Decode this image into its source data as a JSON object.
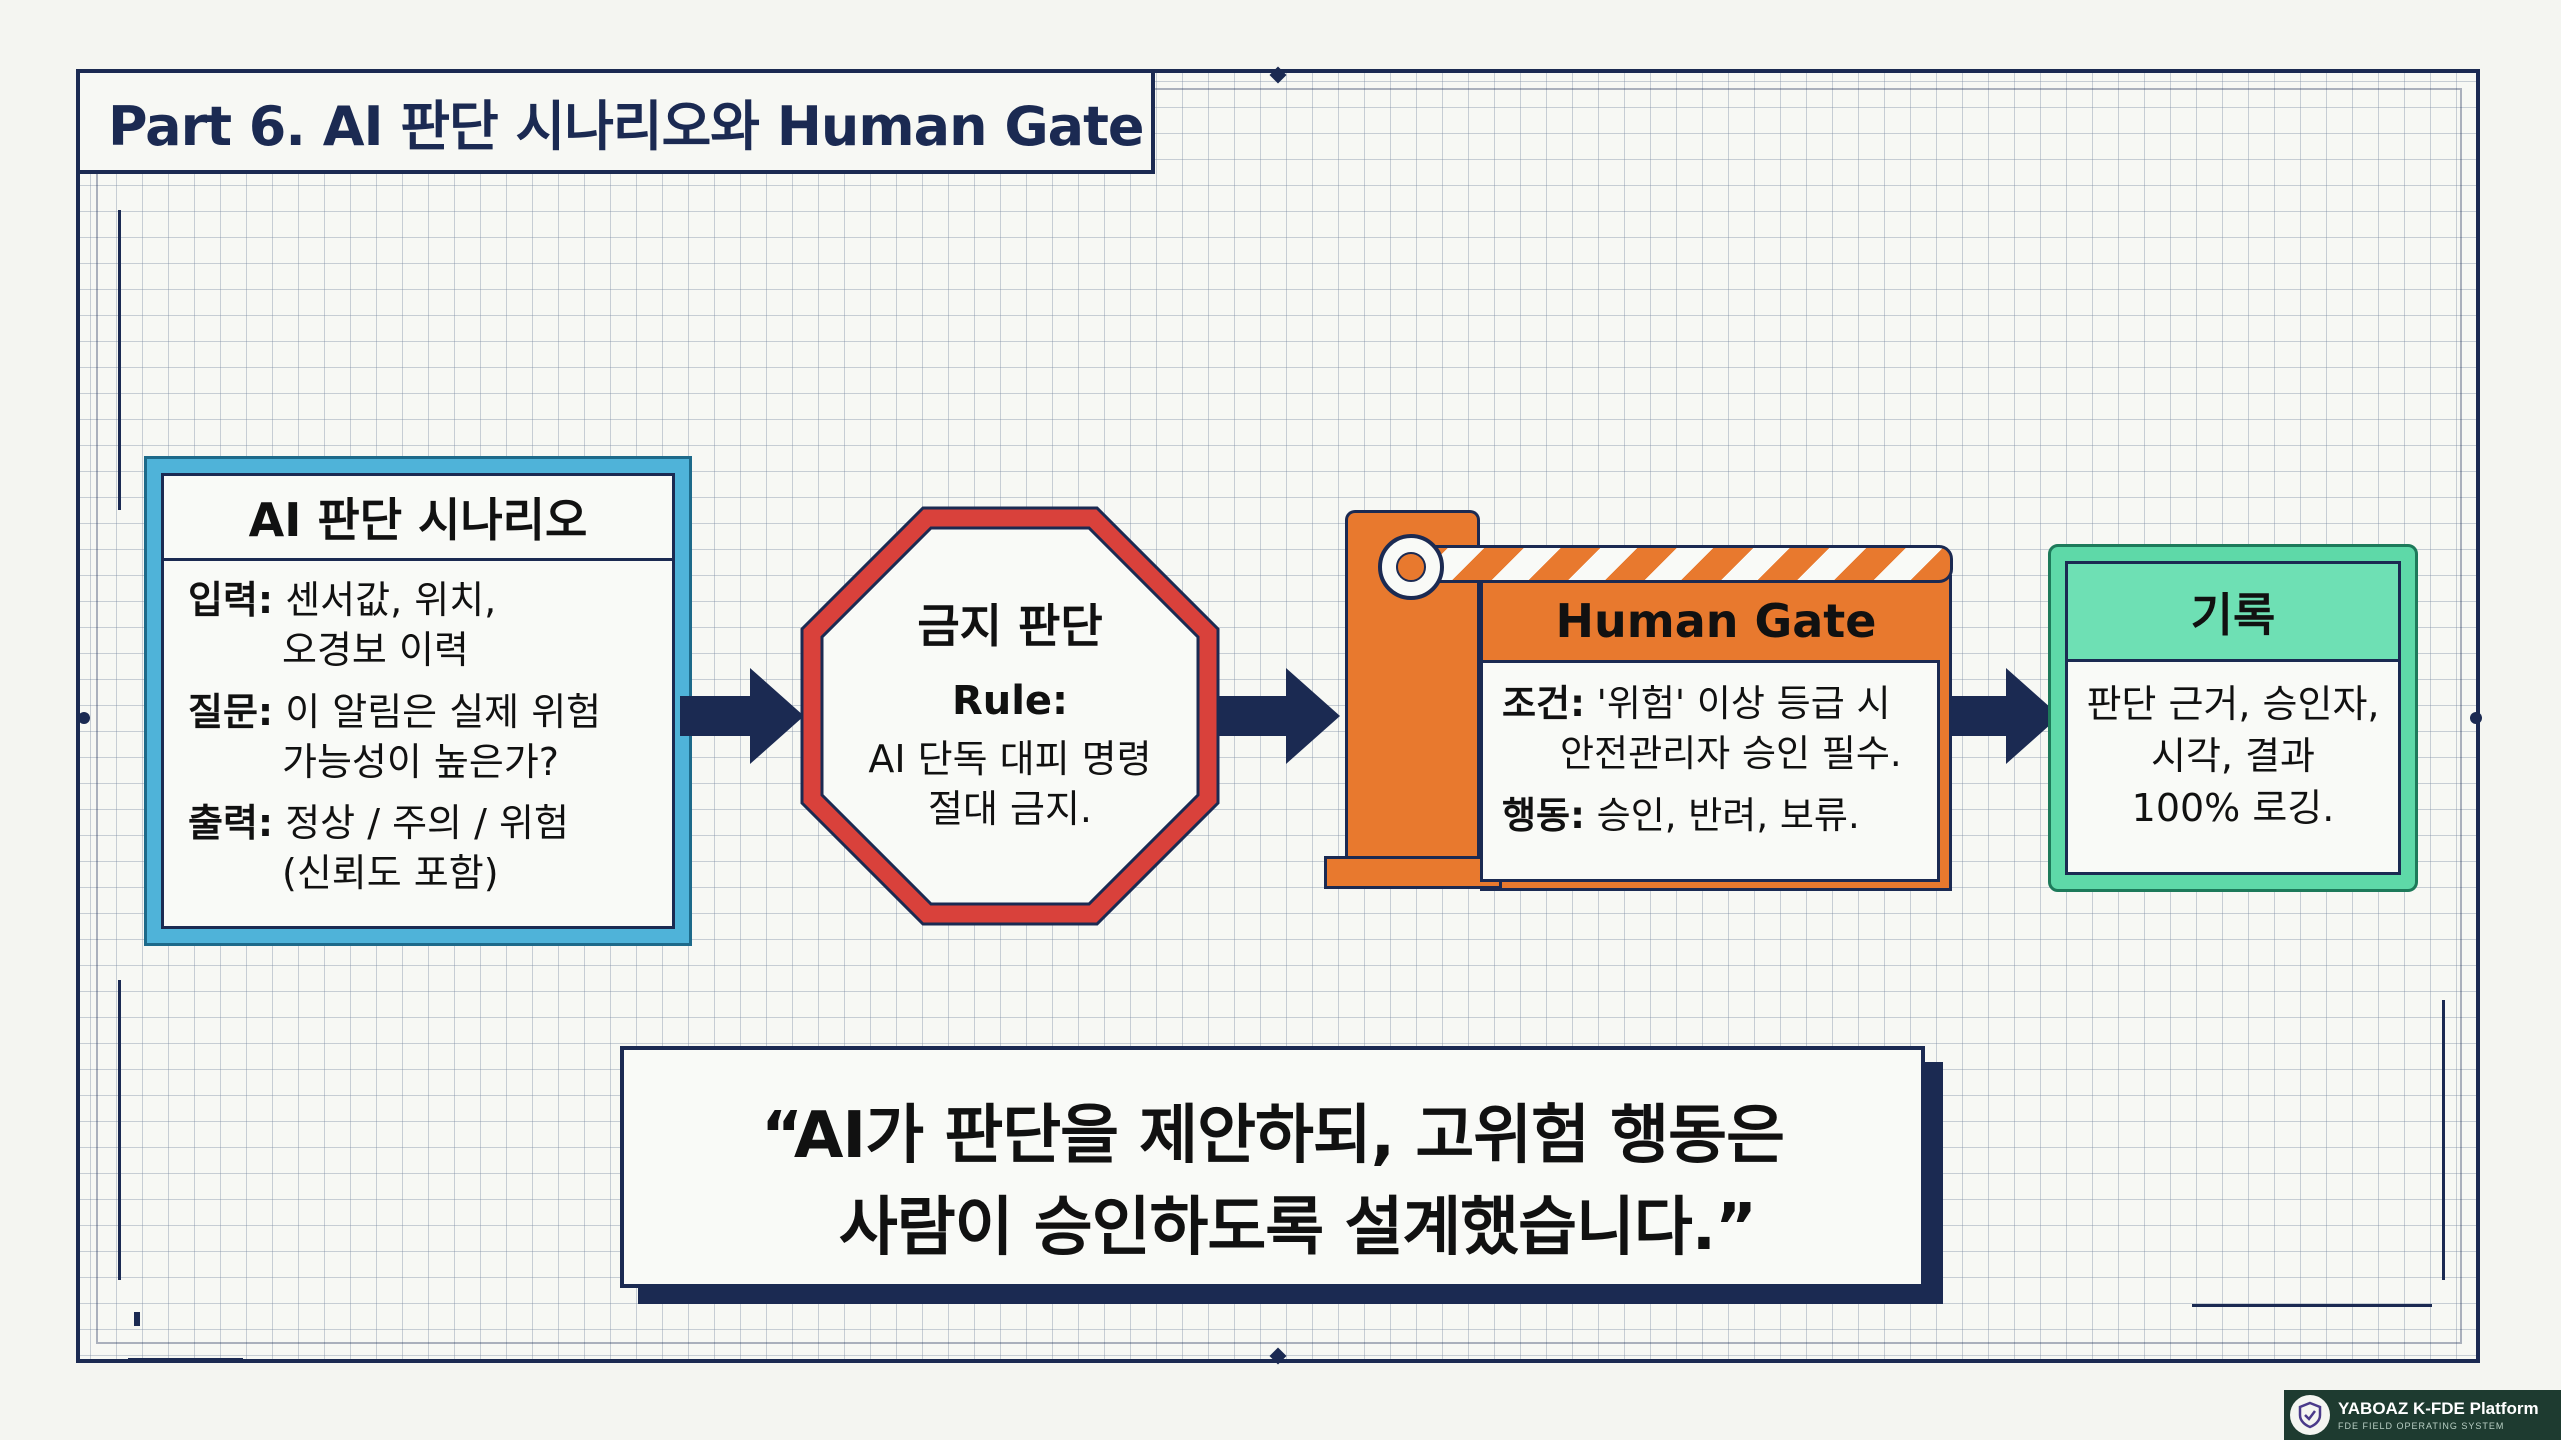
{
  "title": "Part 6.  AI 판단 시나리오와 Human Gate",
  "colors": {
    "navy": "#1b2a52",
    "scenario_blue": "#4fb3d9",
    "stop_red": "#d9413b",
    "gate_orange": "#e8792e",
    "record_green": "#5ed9a8"
  },
  "scenario": {
    "title": "AI 판단 시나리오",
    "input_label": "입력:",
    "input_line1": "센서값, 위치,",
    "input_line2": "오경보 이력",
    "question_label": "질문:",
    "question_line1": "이 알림은 실제 위험",
    "question_line2": "가능성이 높은가?",
    "output_label": "출력:",
    "output_line1": "정상 / 주의 / 위험",
    "output_line2": "(신뢰도 포함)"
  },
  "prohibit": {
    "title": "금지 판단",
    "rule_label": "Rule:",
    "rule_line1": "AI 단독 대피 명령",
    "rule_line2": "절대 금지."
  },
  "gate": {
    "title": "Human Gate",
    "condition_label": "조건:",
    "condition_line1": "'위험' 이상 등급 시",
    "condition_line2": "안전관리자 승인 필수.",
    "action_label": "행동:",
    "action_text": "승인, 반려, 보류."
  },
  "record": {
    "title": "기록",
    "line1": "판단 근거, 승인자,",
    "line2": "시각, 결과",
    "line3": "100% 로깅."
  },
  "quote": {
    "line1": "“AI가 판단을 제안하되, 고위험 행동은",
    "line2": "사람이 승인하도록 설계했습니다.”"
  },
  "badge": {
    "icon": "shield-logo-icon",
    "name": "YABOAZ K-FDE Platform",
    "subtitle": "FDE FIELD OPERATING SYSTEM"
  }
}
